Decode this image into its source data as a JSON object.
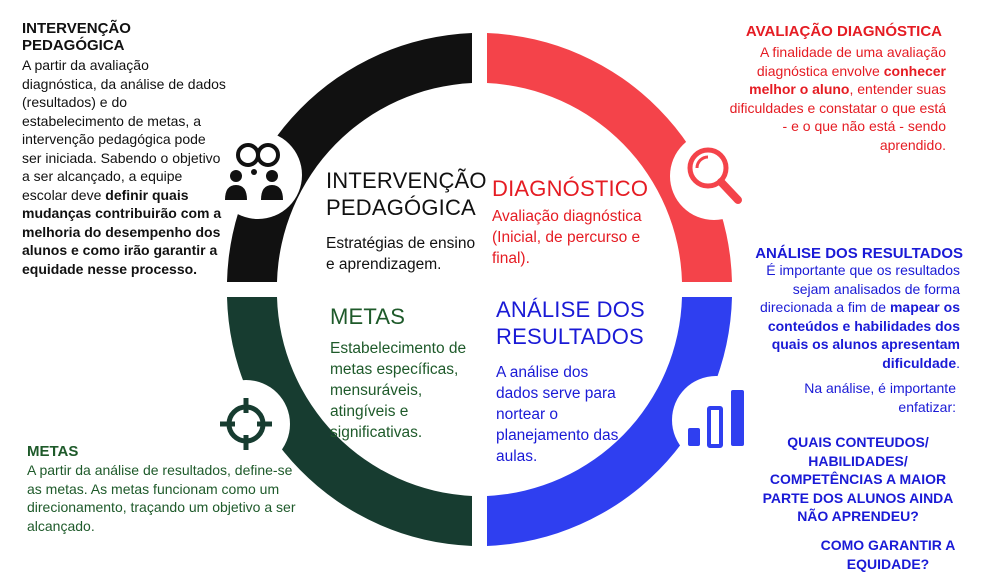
{
  "colors": {
    "black": "#111111",
    "red": "#f4434a",
    "green": "#173c30",
    "blue": "#2f3ff0",
    "red_text": "#e51c23",
    "green_text": "#1e5a2a",
    "blue_text": "#1a1ad6"
  },
  "icons": {
    "top_left": "people-icon",
    "top_right": "magnifier-icon",
    "bottom_left": "target-icon",
    "bottom_right": "bar-chart-icon"
  },
  "left_top": {
    "title": "INTERVENÇÃO PEDAGÓGICA",
    "text_1": "A partir da avaliação diagnóstica, da análise de dados (resultados) e do estabelecimento de metas, a intervenção pedagógica pode ser iniciada. Sabendo o objetivo a ser alcançado, a equipe escolar deve ",
    "text_bold": "definir quais mudanças contribuirão com a melhoria do desempenho dos alunos e como irão garantir a equidade nesse processo."
  },
  "right_top": {
    "title": "AVALIAÇÃO DIAGNÓSTICA",
    "text_1": "A finalidade de uma avaliação diagnóstica envolve ",
    "text_bold": "conhecer melhor o aluno",
    "text_2": ", entender suas dificuldades e constatar o que está - e o que não está - sendo aprendido."
  },
  "right_mid": {
    "title": "ANÁLISE DOS RESULTADOS",
    "text_1": "É importante que os resultados sejam analisados de forma direcionada a fim de ",
    "text_bold": "mapear os conteúdos e habilidades dos quais os alunos apresentam dificuldade",
    "text_2": ".",
    "text_3": "Na análise, é importante enfatizar:",
    "question_1": "QUAIS CONTEUDOS/ HABILIDADES/ COMPETÊNCIAS A MAIOR PARTE DOS ALUNOS AINDA NÃO APRENDEU?",
    "question_2": "COMO GARANTIR A EQUIDADE?"
  },
  "left_bottom": {
    "title": "METAS",
    "text": "A partir da análise de resultados, define-se as metas. As metas funcionam como um direcionamento, traçando um objetivo a ser alcançado."
  },
  "center": {
    "intervencao_title": "INTERVENÇÃO PEDAGÓGICA",
    "intervencao_text": "Estratégias de ensino e aprendizagem.",
    "diagnostico_title": "DIAGNÓSTICO",
    "diagnostico_text": "Avaliação diagnóstica (Inicial, de percurso e final).",
    "metas_title": "METAS",
    "metas_text": "Estabelecimento de metas específicas, mensuráveis, atingíveis e significativas.",
    "analise_title": "ANÁLISE DOS RESULTADOS",
    "analise_text": "A análise dos dados serve para nortear o planejamento das aulas."
  }
}
